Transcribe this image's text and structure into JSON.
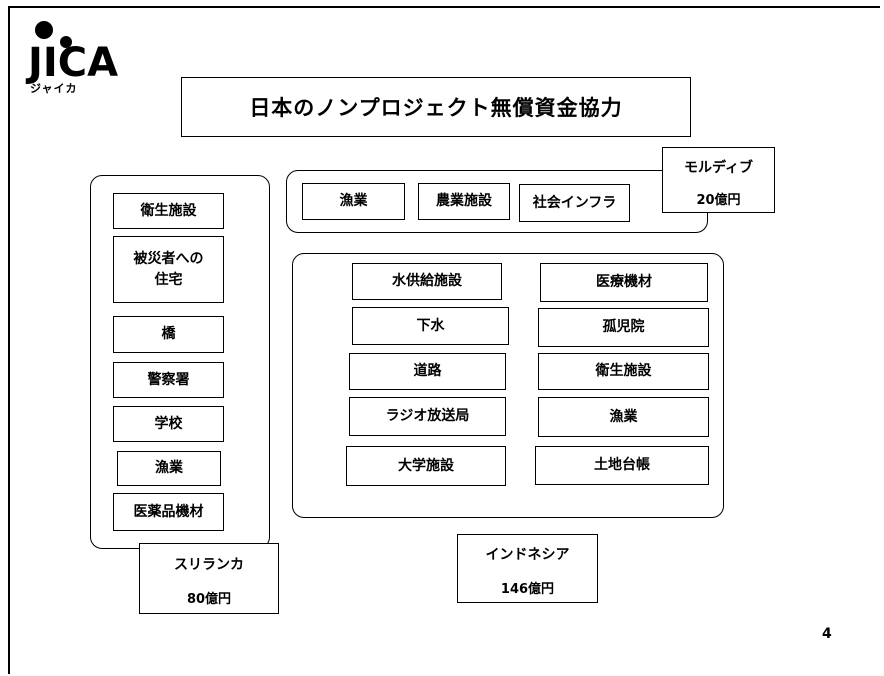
{
  "logo": {
    "brand": "JICA",
    "kana": "ジャイカ",
    "color": "#000000"
  },
  "title": "日本のノンプロジェクト無償資金協力",
  "srilanka": {
    "name": "スリランカ",
    "amount": "80億円",
    "items": [
      "衛生施設",
      "被災者への\n住宅",
      "橋",
      "警察署",
      "学校",
      "漁業",
      "医薬品機材"
    ]
  },
  "maldives": {
    "name": "モルディブ",
    "amount": "20億円",
    "items": [
      "漁業",
      "農業施設",
      "社会インフラ"
    ]
  },
  "indonesia": {
    "name": "インドネシア",
    "amount": "146億円",
    "left_items": [
      "水供給施設",
      "下水",
      "道路",
      "ラジオ放送局",
      "大学施設"
    ],
    "right_items": [
      "医療機材",
      "孤児院",
      "衛生施設",
      "漁業",
      "土地台帳"
    ]
  },
  "page_number": "4"
}
